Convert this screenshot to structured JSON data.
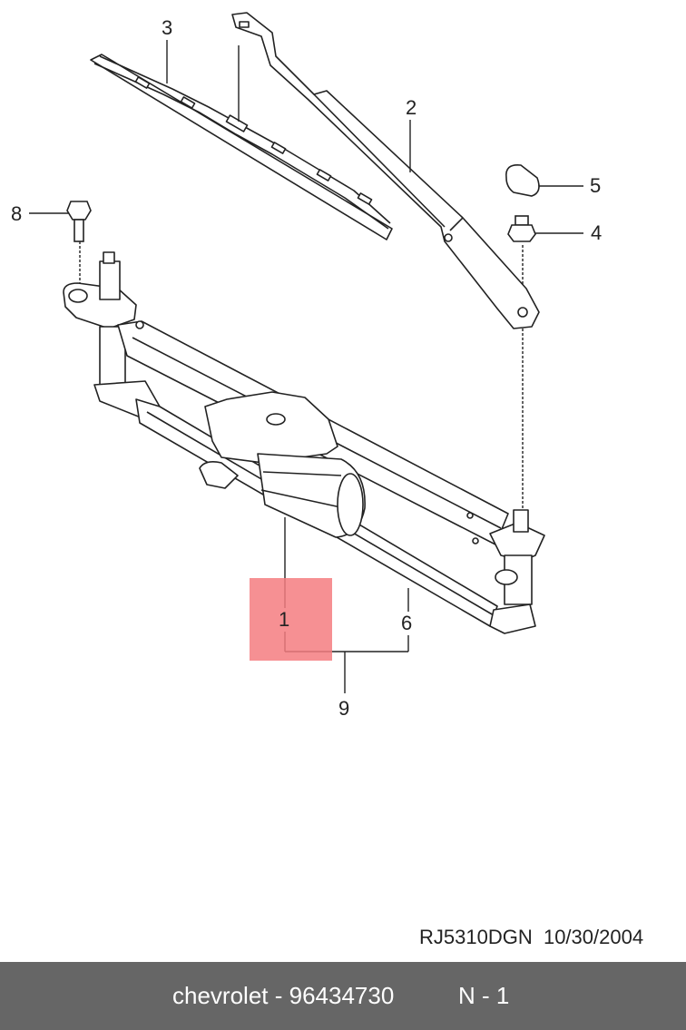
{
  "callouts": {
    "c1": "1",
    "c2": "2",
    "c3": "3",
    "c4": "4",
    "c5": "5",
    "c6": "6",
    "c8": "8",
    "c9": "9"
  },
  "doc_code": "RJ5310DGN",
  "doc_date": "10/30/2004",
  "footer": {
    "brand_part": "chevrolet - 96434730",
    "quantity": "N - 1",
    "background": "#666666"
  },
  "highlight_color": "#f47c80"
}
